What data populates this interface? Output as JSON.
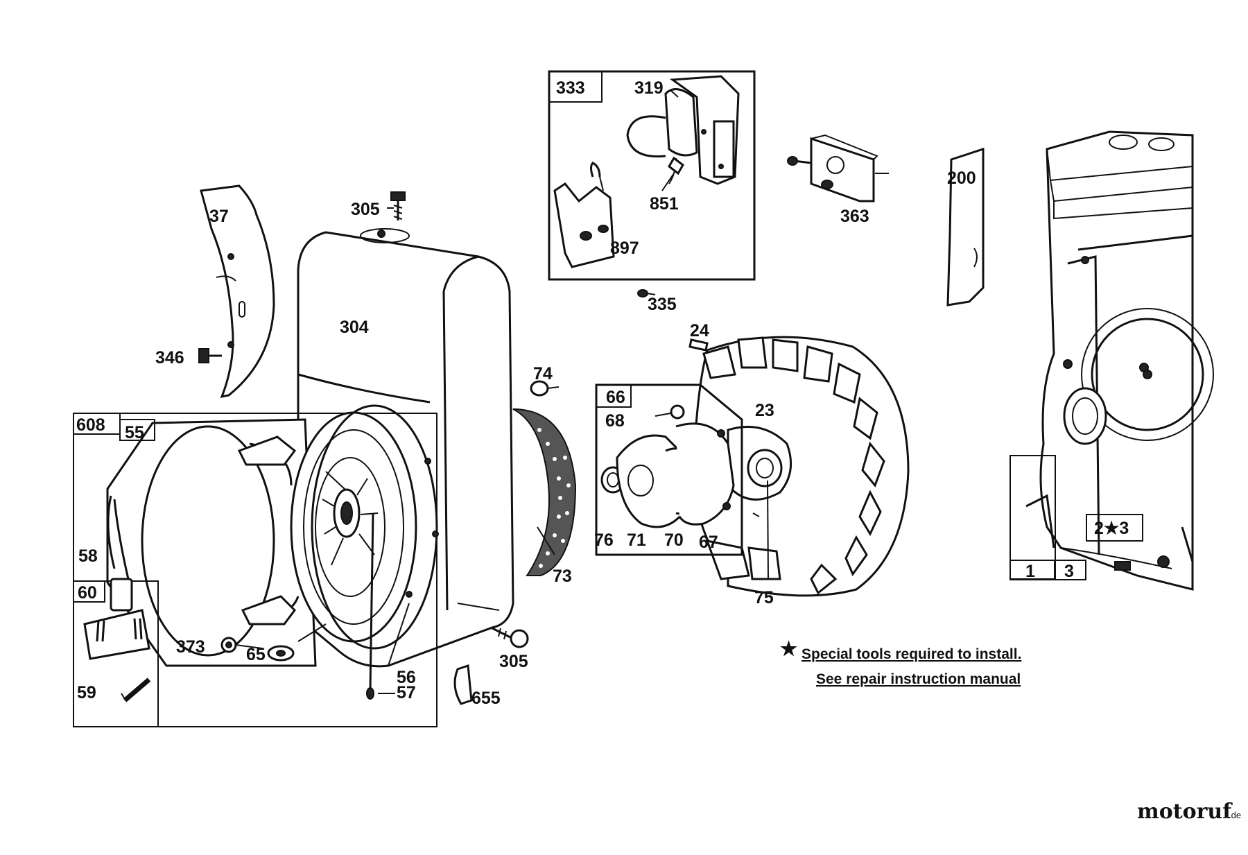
{
  "part_labels": {
    "p37": "37",
    "p346": "346",
    "p305a": "305",
    "p304": "304",
    "p608": "608",
    "p55": "55",
    "p58": "58",
    "p60": "60",
    "p59": "59",
    "p373": "373",
    "p65": "65",
    "p56": "56",
    "p57": "57",
    "p305b": "305",
    "p655": "655",
    "p74": "74",
    "p73": "73",
    "p333": "333",
    "p319": "319",
    "p851": "851",
    "p897": "897",
    "p335": "335",
    "p363": "363",
    "p200": "200",
    "p24": "24",
    "p23": "23",
    "p66": "66",
    "p68": "68",
    "p76": "76",
    "p71": "71",
    "p70": "70",
    "p67": "67",
    "p75": "75",
    "p1": "1",
    "p3": "3",
    "p2s3": "2★3"
  },
  "notes": {
    "line1": "Special tools required to install.",
    "line2": "See repair instruction manual",
    "star": "★"
  },
  "watermark": {
    "text": "motoruf",
    "suffix": ".de"
  }
}
